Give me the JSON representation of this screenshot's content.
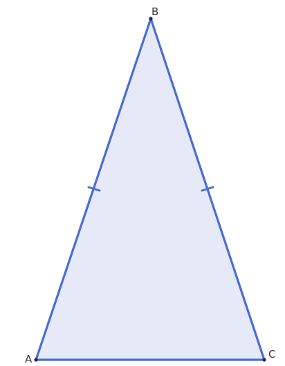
{
  "diagram": {
    "figure": "isosceles-triangle",
    "vertices": {
      "A": {
        "label": "A"
      },
      "B": {
        "label": "B"
      },
      "C": {
        "label": "C"
      }
    },
    "congruent_sides": [
      "AB",
      "BC"
    ],
    "colors": {
      "stroke": "#4a6cd4",
      "fill": "#e6e9f8",
      "point": "#1f2a4a",
      "label": "#333333"
    }
  }
}
